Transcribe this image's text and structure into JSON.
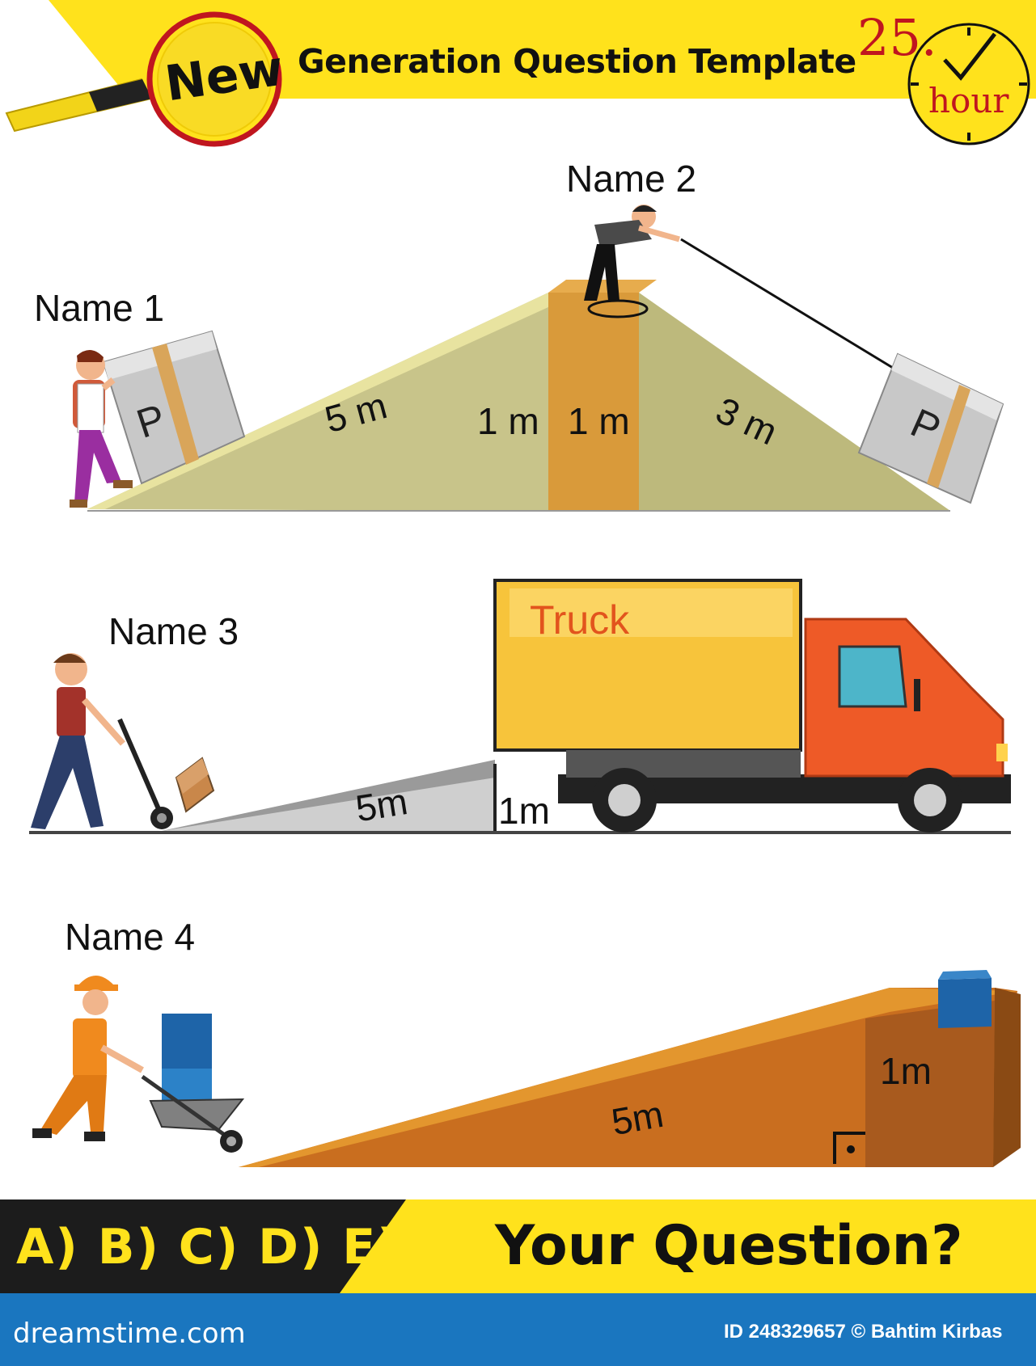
{
  "header": {
    "badge": "New",
    "title": "Generation Question Template",
    "clock_number": "25.",
    "clock_unit": "hour"
  },
  "scenes": {
    "scene1": {
      "name_left": "Name 1",
      "name_right": "Name 2",
      "box_label": "P",
      "dim_left_slope": "5 m",
      "dim_height_left": "1 m",
      "dim_height_right": "1 m",
      "dim_right_slope": "3 m"
    },
    "scene2": {
      "name": "Name 3",
      "truck_label": "Truck",
      "dim_ramp": "5m",
      "dim_height": "1m"
    },
    "scene3": {
      "name": "Name 4",
      "dim_ramp": "5m",
      "dim_height": "1m"
    }
  },
  "bottom": {
    "answers": "A) B) C) D) E)",
    "question": "Your Question?"
  },
  "footer": {
    "site": "dreamstime.com",
    "id_credit": "ID 248329657 © Bahtim Kirbas"
  },
  "colors": {
    "header_yellow": "#ffe21c",
    "slope_green": "#c8c48a",
    "pillar_orange": "#d99a3a",
    "truck_box": "#f7c43b",
    "truck_cab": "#ee5a27",
    "ramp_orange": "#d8822a",
    "footer_blue": "#1a76bf",
    "answer_bar": "#1c1c1c"
  }
}
